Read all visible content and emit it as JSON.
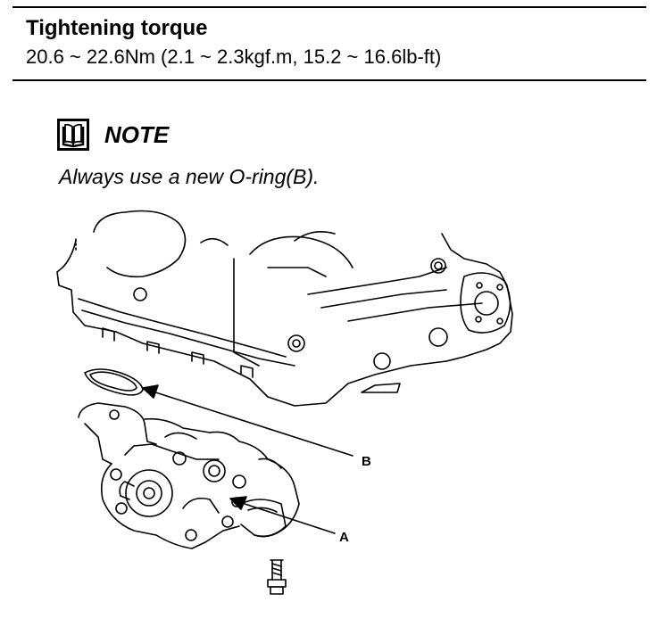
{
  "torque": {
    "title": "Tightening torque",
    "value": "20.6 ~ 22.6Nm (2.1 ~ 2.3kgf.m, 15.2 ~ 16.6lb-ft)"
  },
  "note": {
    "icon": "book-icon",
    "title": "NOTE",
    "text": "Always use a new O-ring(B)."
  },
  "diagram": {
    "callouts": {
      "b": "B",
      "a": "A"
    }
  }
}
